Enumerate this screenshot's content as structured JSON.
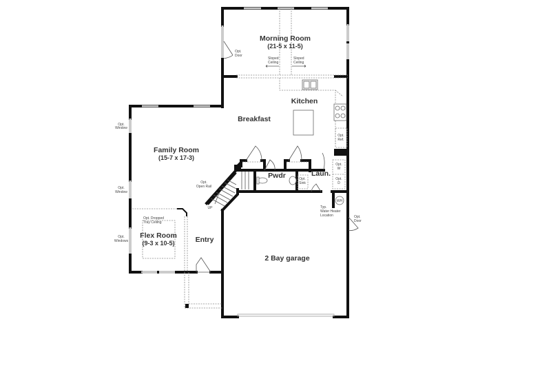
{
  "floorplan": {
    "rooms": {
      "morning_room": {
        "name": "Morning Room",
        "dims": "(21-5 x 11-5)"
      },
      "kitchen": {
        "name": "Kitchen"
      },
      "breakfast": {
        "name": "Breakfast"
      },
      "family_room": {
        "name": "Family Room",
        "dims": "(15-7 x 17-3)"
      },
      "flex_room": {
        "name": "Flex Room",
        "dims": "(9-3 x 10-5)"
      },
      "entry": {
        "name": "Entry"
      },
      "powder": {
        "name": "Pwdr"
      },
      "laundry": {
        "name": "Laun."
      },
      "garage": {
        "name": "2 Bay garage"
      }
    },
    "notes": {
      "opt_door_morning": [
        "Opt.",
        "Door"
      ],
      "sloped_ceiling_left": [
        "Sloped",
        "Ceiling"
      ],
      "sloped_ceiling_right": [
        "Sloped",
        "Ceiling"
      ],
      "opt_ref": [
        "Opt.",
        "Ref."
      ],
      "opt_window_top": [
        "Opt.",
        "Window"
      ],
      "opt_window_bottom": [
        "Opt.",
        "Window"
      ],
      "opt_open_rail": [
        "Opt.",
        "Open Rail"
      ],
      "up": "UP",
      "opt_w": [
        "Opt.",
        "W"
      ],
      "opt_d": [
        "Opt.",
        "D"
      ],
      "opt_sink": [
        "Opt.",
        "Sink"
      ],
      "wh": "WH",
      "water_heater": [
        "Typ.",
        "Water Heater",
        "Location"
      ],
      "opt_door_garage": [
        "Opt.",
        "Door"
      ],
      "opt_dropped_tray": [
        "Opt. Dropped",
        "Tray Ceiling"
      ],
      "opt_windows_flex": [
        "Opt.",
        "Windows"
      ]
    }
  }
}
